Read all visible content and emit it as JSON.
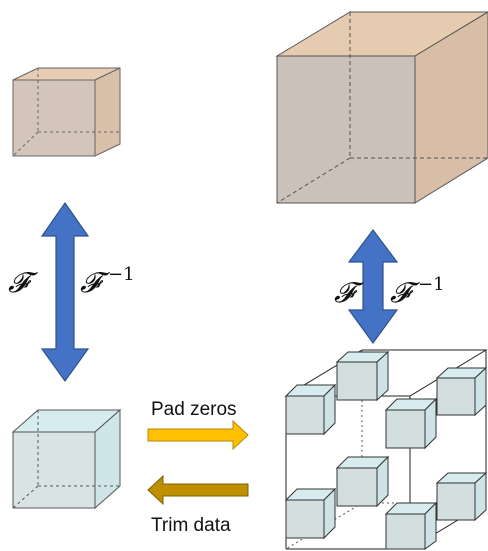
{
  "symbols": {
    "forward": "𝓕",
    "inverse": "𝓕",
    "inverse_exponent": "−1"
  },
  "operations": {
    "pad": "Pad zeros",
    "trim": "Trim data"
  },
  "colors": {
    "tan_cube": "#d9bfa6",
    "blue_cube": "#d6ecee",
    "double_arrow": "#4472c4",
    "pad_arrow": "#ffc000",
    "trim_arrow": "#bf8f00"
  }
}
